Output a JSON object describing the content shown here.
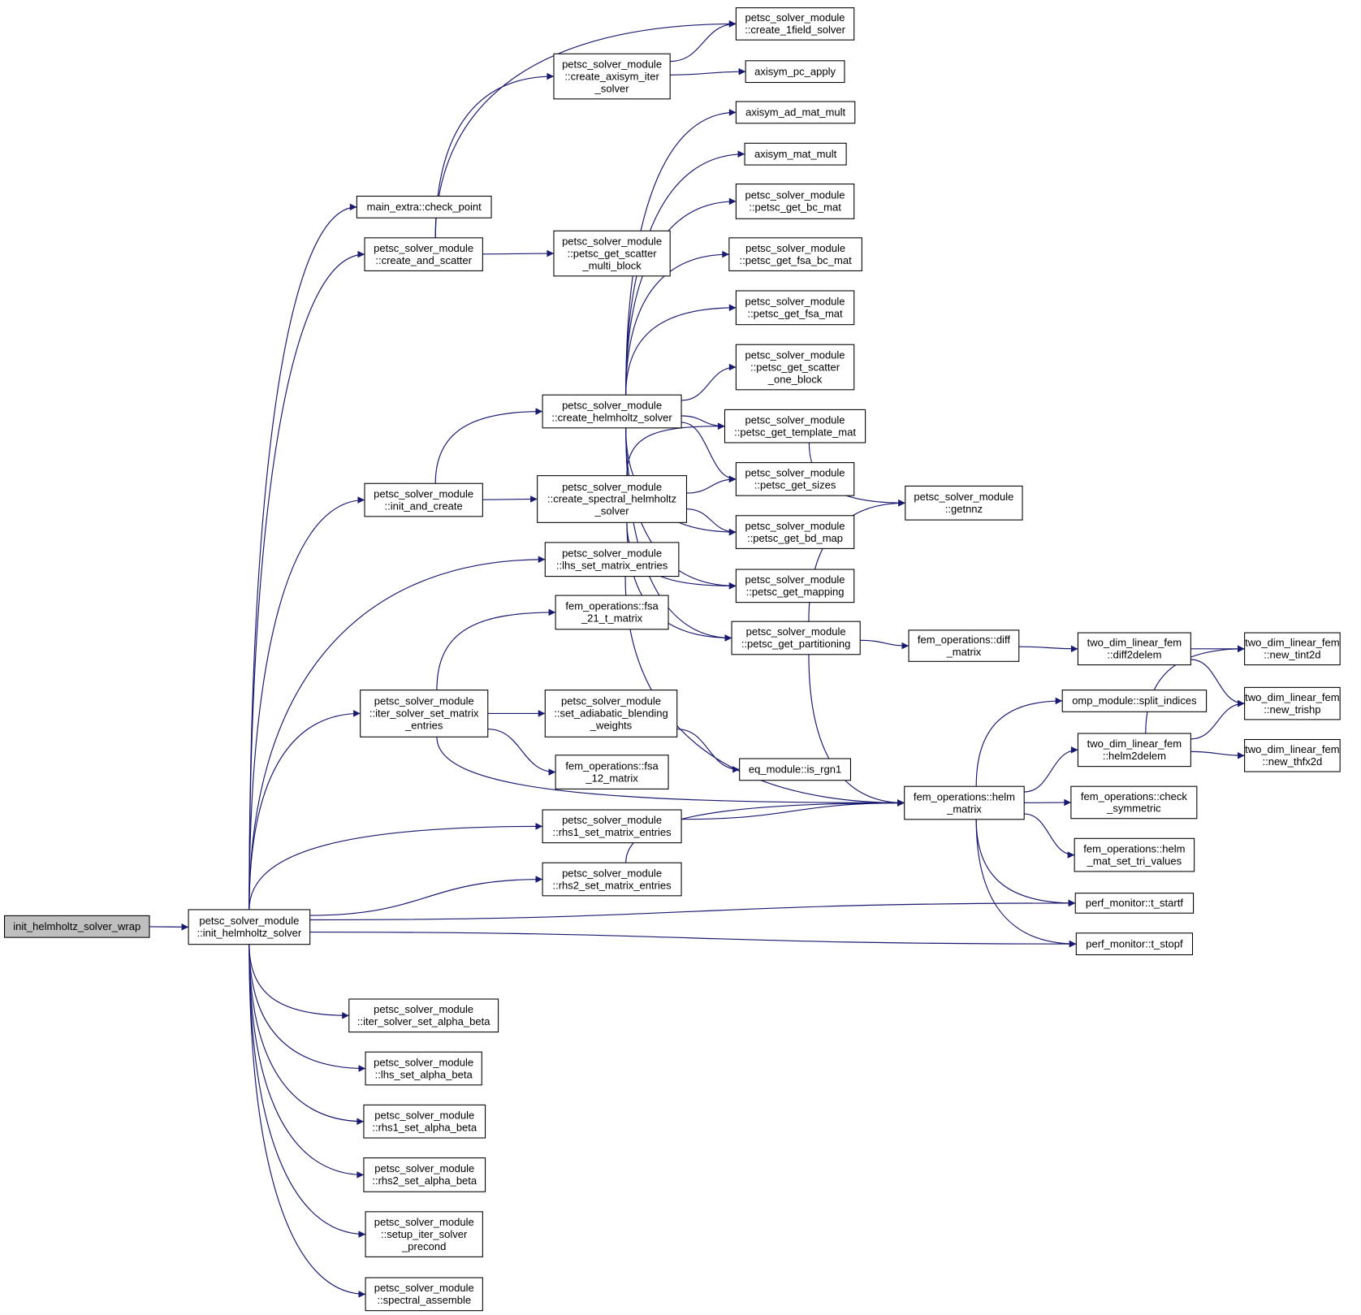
{
  "colors": {
    "edge": "#191970",
    "root_fill": "#bfbfbf",
    "node_fill": "#ffffff"
  },
  "nodes": [
    {
      "id": "wrap",
      "lines": [
        "init_helmholtz_solver_wrap"
      ],
      "root": true
    },
    {
      "id": "init_hs",
      "lines": [
        "petsc_solver_module",
        "::init_helmholtz_solver"
      ]
    },
    {
      "id": "check_point",
      "lines": [
        "main_extra::check_point"
      ]
    },
    {
      "id": "create_and_scatter",
      "lines": [
        "petsc_solver_module",
        "::create_and_scatter"
      ]
    },
    {
      "id": "create_1field",
      "lines": [
        "petsc_solver_module",
        "::create_1field_solver"
      ]
    },
    {
      "id": "create_axisym",
      "lines": [
        "petsc_solver_module",
        "::create_axisym_iter",
        "_solver"
      ]
    },
    {
      "id": "axisym_pc_apply",
      "lines": [
        "axisym_pc_apply"
      ]
    },
    {
      "id": "scatter_multi",
      "lines": [
        "petsc_solver_module",
        "::petsc_get_scatter",
        "_multi_block"
      ]
    },
    {
      "id": "axisym_ad",
      "lines": [
        "axisym_ad_mat_mult"
      ]
    },
    {
      "id": "axisym_mat",
      "lines": [
        "axisym_mat_mult"
      ]
    },
    {
      "id": "bc_mat",
      "lines": [
        "petsc_solver_module",
        "::petsc_get_bc_mat"
      ]
    },
    {
      "id": "fsa_bc_mat",
      "lines": [
        "petsc_solver_module",
        "::petsc_get_fsa_bc_mat"
      ]
    },
    {
      "id": "fsa_mat",
      "lines": [
        "petsc_solver_module",
        "::petsc_get_fsa_mat"
      ]
    },
    {
      "id": "scatter_one",
      "lines": [
        "petsc_solver_module",
        "::petsc_get_scatter",
        "_one_block"
      ]
    },
    {
      "id": "create_helm",
      "lines": [
        "petsc_solver_module",
        "::create_helmholtz_solver"
      ]
    },
    {
      "id": "template_mat",
      "lines": [
        "petsc_solver_module",
        "::petsc_get_template_mat"
      ]
    },
    {
      "id": "init_and_create",
      "lines": [
        "petsc_solver_module",
        "::init_and_create"
      ]
    },
    {
      "id": "create_spectral",
      "lines": [
        "petsc_solver_module",
        "::create_spectral_helmholtz",
        "_solver"
      ]
    },
    {
      "id": "sizes",
      "lines": [
        "petsc_solver_module",
        "::petsc_get_sizes"
      ]
    },
    {
      "id": "bd_map",
      "lines": [
        "petsc_solver_module",
        "::petsc_get_bd_map"
      ]
    },
    {
      "id": "getnnz",
      "lines": [
        "petsc_solver_module",
        "::getnnz"
      ]
    },
    {
      "id": "lhs_entries",
      "lines": [
        "petsc_solver_module",
        "::lhs_set_matrix_entries"
      ]
    },
    {
      "id": "mapping",
      "lines": [
        "petsc_solver_module",
        "::petsc_get_mapping"
      ]
    },
    {
      "id": "fsa21",
      "lines": [
        "fem_operations::fsa",
        "_21_t_matrix"
      ]
    },
    {
      "id": "partitioning",
      "lines": [
        "petsc_solver_module",
        "::petsc_get_partitioning"
      ]
    },
    {
      "id": "diff_matrix",
      "lines": [
        "fem_operations::diff",
        "_matrix"
      ]
    },
    {
      "id": "diff2delem",
      "lines": [
        "two_dim_linear_fem",
        "::diff2delem"
      ]
    },
    {
      "id": "new_tint2d",
      "lines": [
        "two_dim_linear_fem",
        "::new_tint2d"
      ]
    },
    {
      "id": "iter_entries",
      "lines": [
        "petsc_solver_module",
        "::iter_solver_set_matrix",
        "_entries"
      ]
    },
    {
      "id": "adiabatic",
      "lines": [
        "petsc_solver_module",
        "::set_adiabatic_blending",
        "_weights"
      ]
    },
    {
      "id": "split_indices",
      "lines": [
        "omp_module::split_indices"
      ]
    },
    {
      "id": "new_trishp",
      "lines": [
        "two_dim_linear_fem",
        "::new_trishp"
      ]
    },
    {
      "id": "helm2delem",
      "lines": [
        "two_dim_linear_fem",
        "::helm2delem"
      ]
    },
    {
      "id": "new_thfx2d",
      "lines": [
        "two_dim_linear_fem",
        "::new_thfx2d"
      ]
    },
    {
      "id": "is_rgn1",
      "lines": [
        "eq_module::is_rgn1"
      ]
    },
    {
      "id": "fsa12",
      "lines": [
        "fem_operations::fsa",
        "_12_matrix"
      ]
    },
    {
      "id": "helm_matrix",
      "lines": [
        "fem_operations::helm",
        "_matrix"
      ]
    },
    {
      "id": "check_sym",
      "lines": [
        "fem_operations::check",
        "_symmetric"
      ]
    },
    {
      "id": "rhs1_entries",
      "lines": [
        "petsc_solver_module",
        "::rhs1_set_matrix_entries"
      ]
    },
    {
      "id": "tri_values",
      "lines": [
        "fem_operations::helm",
        "_mat_set_tri_values"
      ]
    },
    {
      "id": "rhs2_entries",
      "lines": [
        "petsc_solver_module",
        "::rhs2_set_matrix_entries"
      ]
    },
    {
      "id": "t_startf",
      "lines": [
        "perf_monitor::t_startf"
      ]
    },
    {
      "id": "t_stopf",
      "lines": [
        "perf_monitor::t_stopf"
      ]
    },
    {
      "id": "iter_ab",
      "lines": [
        "petsc_solver_module",
        "::iter_solver_set_alpha_beta"
      ]
    },
    {
      "id": "lhs_ab",
      "lines": [
        "petsc_solver_module",
        "::lhs_set_alpha_beta"
      ]
    },
    {
      "id": "rhs1_ab",
      "lines": [
        "petsc_solver_module",
        "::rhs1_set_alpha_beta"
      ]
    },
    {
      "id": "rhs2_ab",
      "lines": [
        "petsc_solver_module",
        "::rhs2_set_alpha_beta"
      ]
    },
    {
      "id": "setup_precond",
      "lines": [
        "petsc_solver_module",
        "::setup_iter_solver",
        "_precond"
      ]
    },
    {
      "id": "spectral_assemble",
      "lines": [
        "petsc_solver_module",
        "::spectral_assemble"
      ]
    }
  ],
  "edges": [
    [
      "wrap",
      "init_hs"
    ],
    [
      "init_hs",
      "check_point"
    ],
    [
      "init_hs",
      "create_and_scatter"
    ],
    [
      "init_hs",
      "init_and_create"
    ],
    [
      "init_hs",
      "lhs_entries"
    ],
    [
      "init_hs",
      "iter_entries"
    ],
    [
      "init_hs",
      "rhs1_entries"
    ],
    [
      "init_hs",
      "rhs2_entries"
    ],
    [
      "init_hs",
      "t_startf"
    ],
    [
      "init_hs",
      "t_stopf"
    ],
    [
      "init_hs",
      "iter_ab"
    ],
    [
      "init_hs",
      "lhs_ab"
    ],
    [
      "init_hs",
      "rhs1_ab"
    ],
    [
      "init_hs",
      "rhs2_ab"
    ],
    [
      "init_hs",
      "setup_precond"
    ],
    [
      "init_hs",
      "spectral_assemble"
    ],
    [
      "create_and_scatter",
      "create_1field"
    ],
    [
      "create_and_scatter",
      "create_axisym"
    ],
    [
      "create_and_scatter",
      "scatter_multi"
    ],
    [
      "create_axisym",
      "create_1field"
    ],
    [
      "create_axisym",
      "axisym_pc_apply"
    ],
    [
      "create_helm",
      "axisym_ad"
    ],
    [
      "create_helm",
      "axisym_mat"
    ],
    [
      "create_helm",
      "bc_mat"
    ],
    [
      "create_helm",
      "fsa_bc_mat"
    ],
    [
      "create_helm",
      "fsa_mat"
    ],
    [
      "create_helm",
      "scatter_one"
    ],
    [
      "create_helm",
      "template_mat"
    ],
    [
      "create_helm",
      "sizes"
    ],
    [
      "create_helm",
      "bd_map"
    ],
    [
      "create_helm",
      "mapping"
    ],
    [
      "create_helm",
      "partitioning"
    ],
    [
      "init_and_create",
      "create_helm"
    ],
    [
      "init_and_create",
      "create_spectral"
    ],
    [
      "create_spectral",
      "template_mat"
    ],
    [
      "create_spectral",
      "sizes"
    ],
    [
      "create_spectral",
      "bd_map"
    ],
    [
      "create_spectral",
      "mapping"
    ],
    [
      "create_spectral",
      "partitioning"
    ],
    [
      "template_mat",
      "getnnz"
    ],
    [
      "partitioning",
      "getnnz"
    ],
    [
      "partitioning",
      "diff_matrix"
    ],
    [
      "partitioning",
      "helm_matrix"
    ],
    [
      "lhs_entries",
      "helm_matrix"
    ],
    [
      "iter_entries",
      "fsa21"
    ],
    [
      "iter_entries",
      "adiabatic"
    ],
    [
      "iter_entries",
      "fsa12"
    ],
    [
      "iter_entries",
      "helm_matrix"
    ],
    [
      "adiabatic",
      "is_rgn1"
    ],
    [
      "diff_matrix",
      "diff2delem"
    ],
    [
      "diff2delem",
      "new_tint2d"
    ],
    [
      "diff2delem",
      "new_trishp"
    ],
    [
      "helm2delem",
      "new_tint2d"
    ],
    [
      "helm2delem",
      "new_trishp"
    ],
    [
      "helm2delem",
      "new_thfx2d"
    ],
    [
      "helm_matrix",
      "split_indices"
    ],
    [
      "helm_matrix",
      "helm2delem"
    ],
    [
      "helm_matrix",
      "check_sym"
    ],
    [
      "helm_matrix",
      "tri_values"
    ],
    [
      "helm_matrix",
      "t_startf"
    ],
    [
      "helm_matrix",
      "t_stopf"
    ],
    [
      "rhs1_entries",
      "helm_matrix"
    ],
    [
      "rhs2_entries",
      "helm_matrix"
    ]
  ]
}
